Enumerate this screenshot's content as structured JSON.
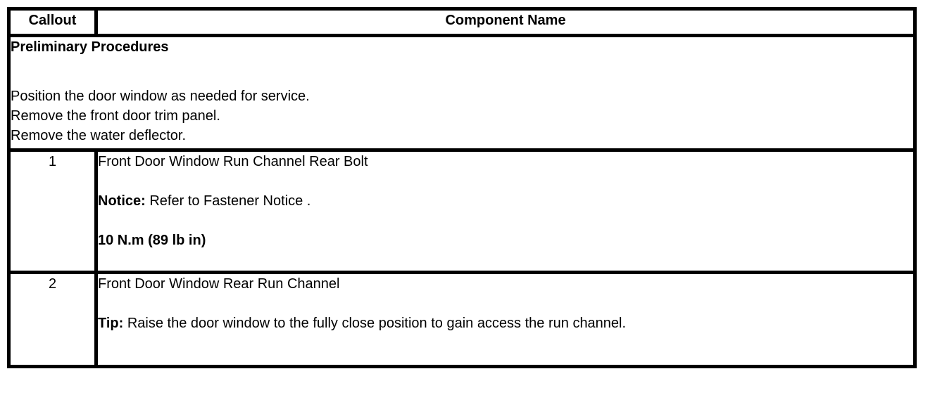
{
  "table": {
    "header": {
      "callout_label": "Callout",
      "component_label": "Component Name"
    },
    "preliminary": {
      "title": "Preliminary Procedures",
      "steps": [
        "Position the door window as needed for service.",
        "Remove the front door trim panel.",
        "Remove the water deflector."
      ]
    },
    "rows": [
      {
        "callout": "1",
        "name": "Front Door Window Run Channel Rear Bolt",
        "note_label": "Notice:",
        "note_text": "Refer to Fastener Notice .",
        "torque": "10 N.m (89 lb in)"
      },
      {
        "callout": "2",
        "name": "Front Door Window Rear Run Channel",
        "note_label": "Tip:",
        "note_text": "Raise the door window to the fully close position to gain access the run channel."
      }
    ]
  },
  "colors": {
    "text": "#000000",
    "border": "#000000",
    "background": "#ffffff"
  }
}
